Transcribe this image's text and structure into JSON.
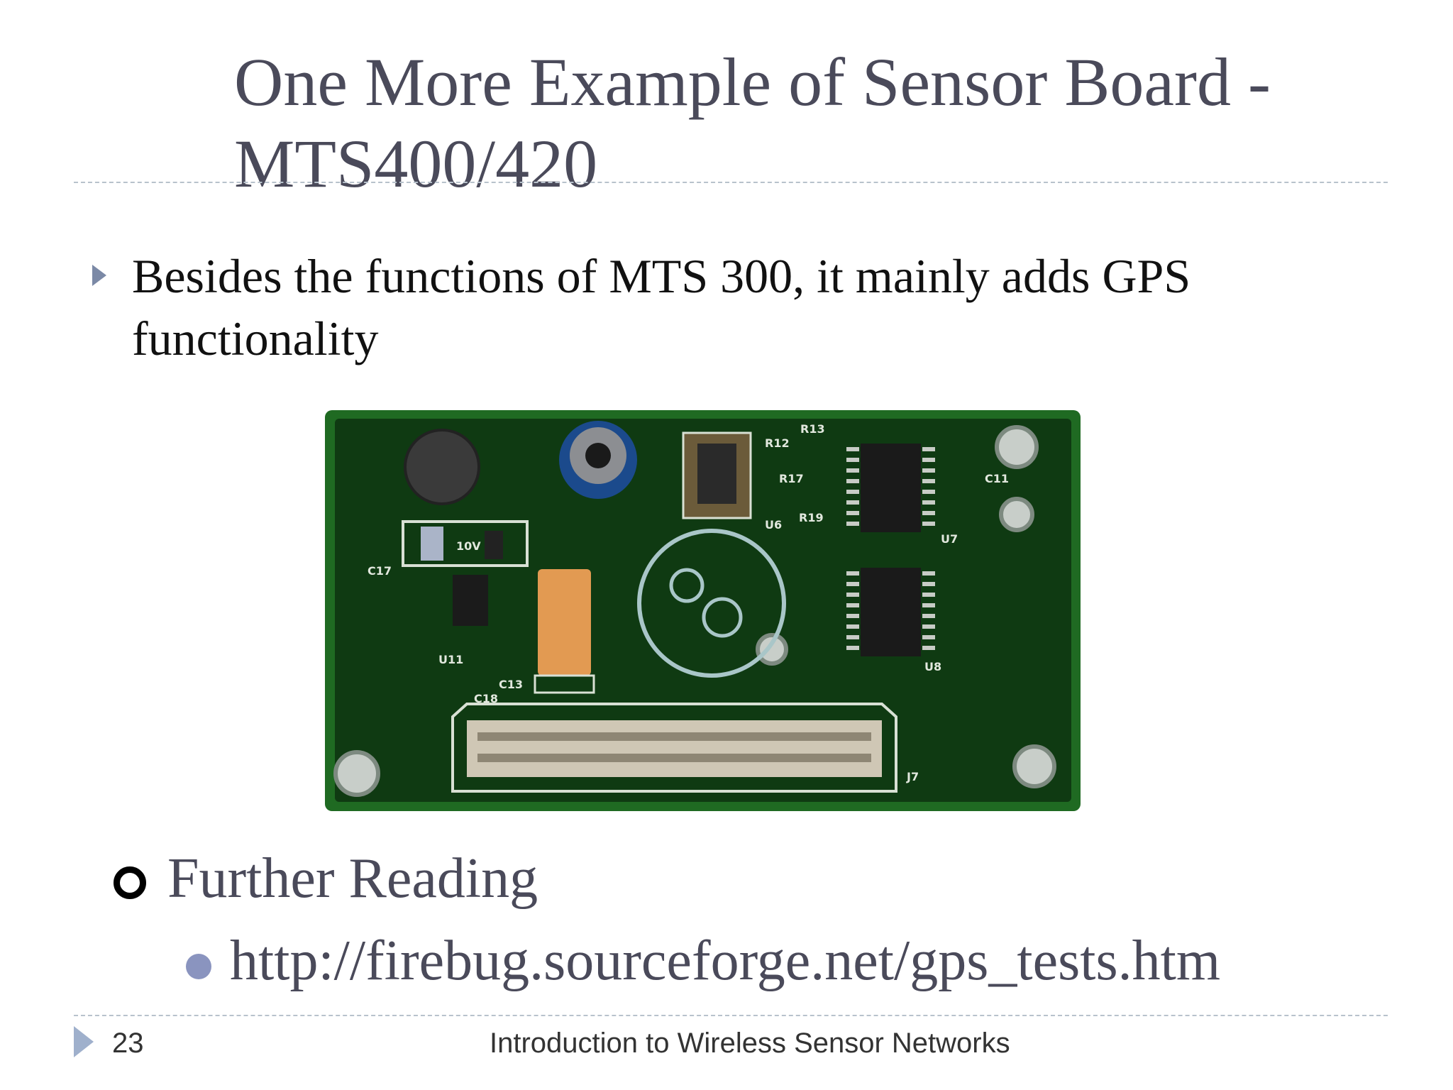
{
  "slide": {
    "title": "One More Example of Sensor Board - MTS400/420",
    "bullet": "Besides the functions of MTS 300, it mainly adds GPS functionality",
    "further_reading": "Further Reading",
    "link": "http://firebug.sourceforge.net/gps_tests.htm",
    "image_alt": "MTS400/420 sensor board",
    "board_labels": [
      "C17",
      "U11",
      "C13",
      "C18",
      "J7",
      "U6",
      "U7",
      "U8",
      "C11",
      "R12",
      "R13",
      "R17",
      "R19",
      "10V"
    ]
  },
  "footer": {
    "page_number": "23",
    "title": "Introduction to Wireless Sensor Networks"
  },
  "colors": {
    "title": "#4a4a5a",
    "pcb_green": "#0f3a12",
    "pcb_edge": "#1f6a22",
    "accent": "#7b89a6"
  }
}
